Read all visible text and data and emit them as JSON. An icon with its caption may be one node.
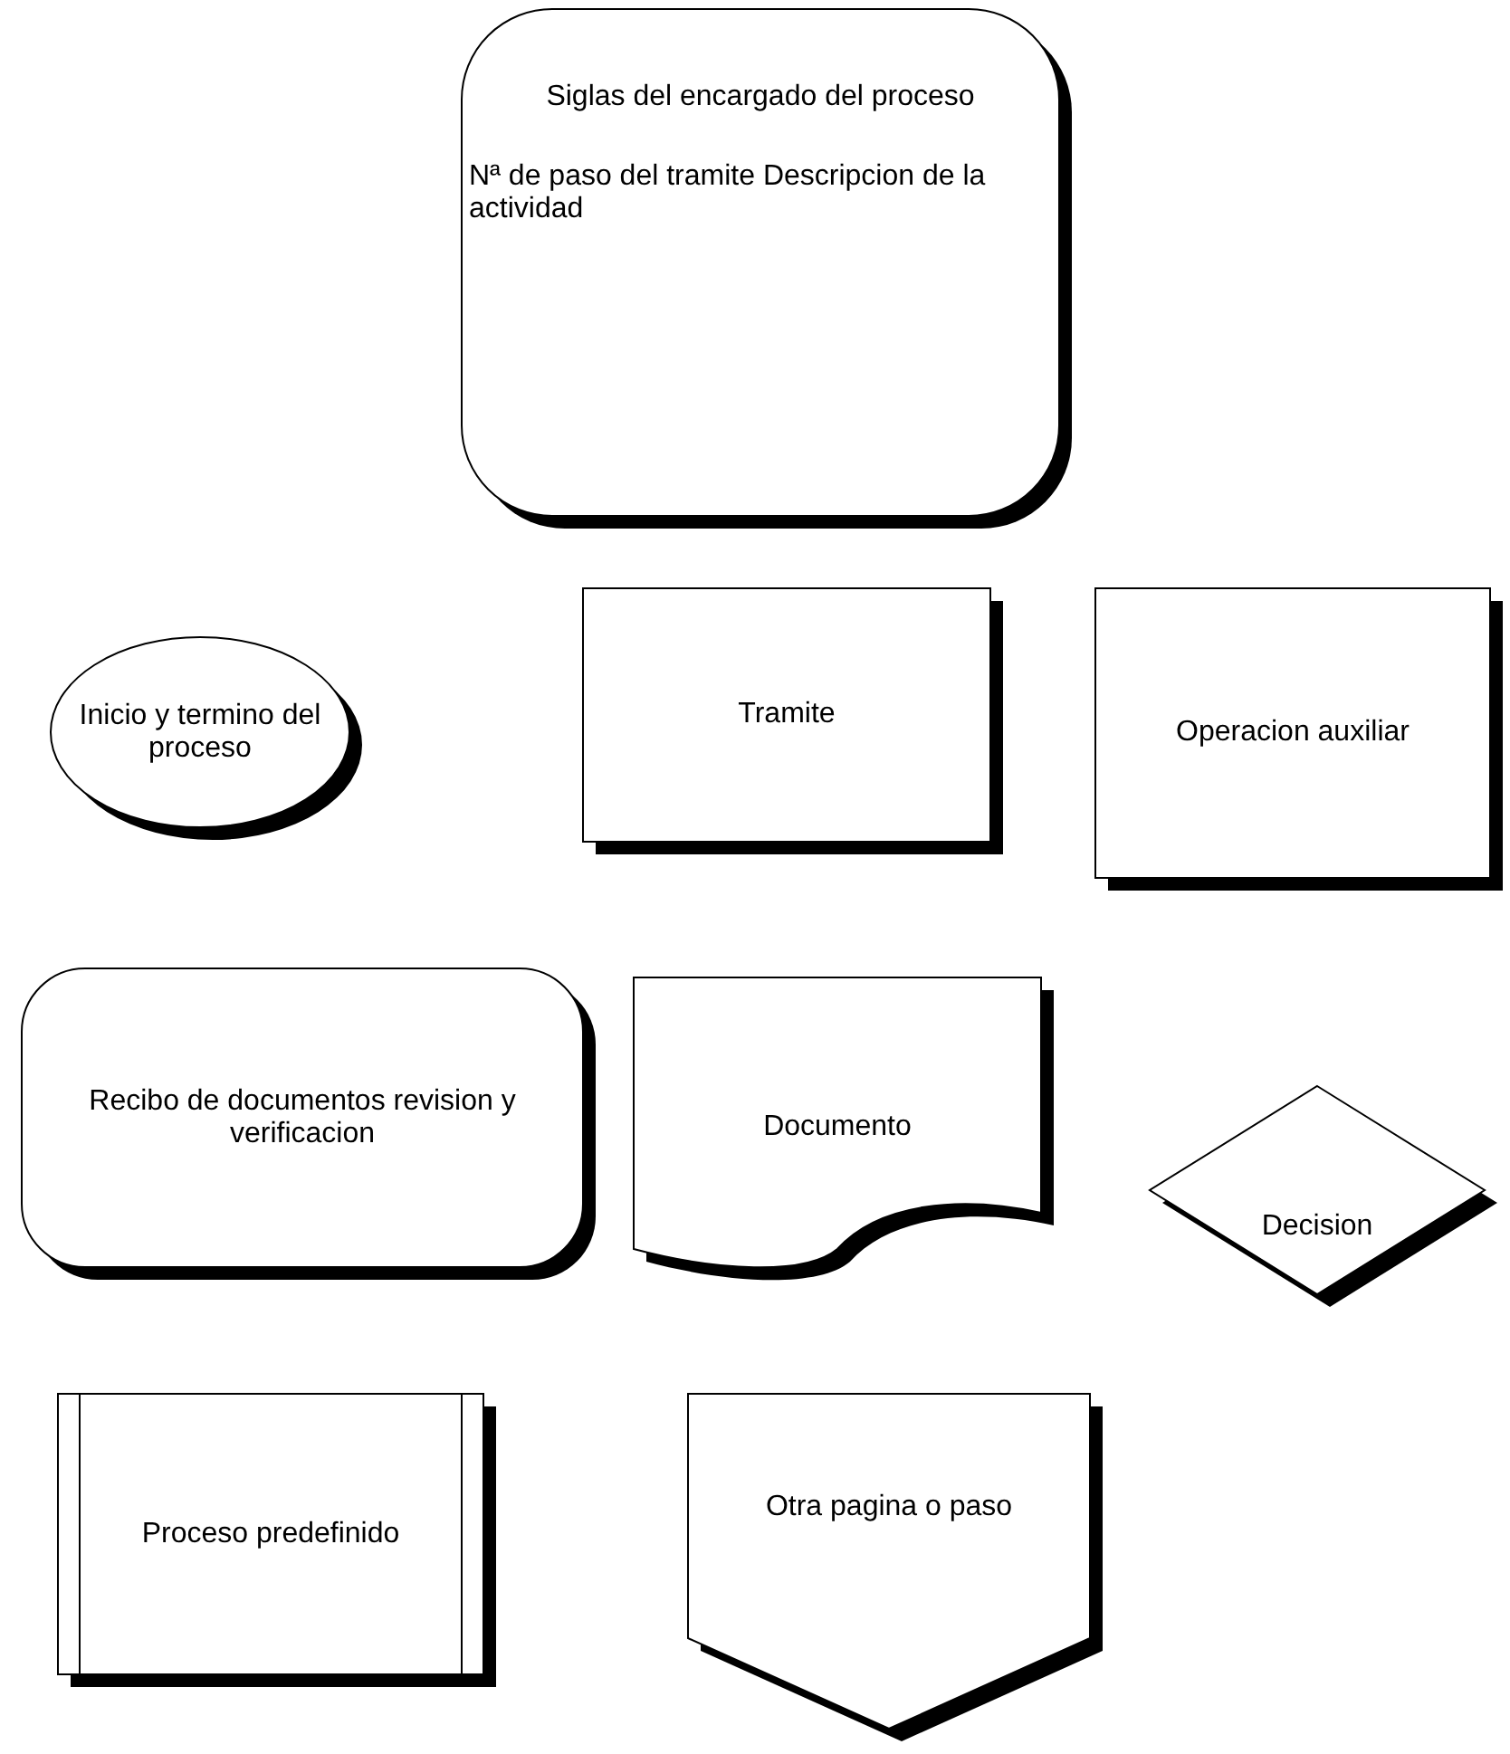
{
  "diagram": {
    "nodes": [
      {
        "text": [
          "Siglas del encargado del proceso",
          "Nª de paso del tramite Descripcion de la actividad"
        ]
      },
      {
        "text": [
          "Inicio y termino del proceso"
        ]
      },
      {
        "text": [
          "Tramite"
        ]
      },
      {
        "text": [
          "Operacion auxiliar"
        ]
      },
      {
        "text": [
          "Recibo de documentos revision y verificacion"
        ]
      },
      {
        "text": [
          "Documento"
        ]
      },
      {
        "text": [
          "Decision"
        ]
      },
      {
        "text": [
          "Proceso predefinido"
        ]
      },
      {
        "text": [
          "Otra pagina o paso"
        ]
      }
    ]
  }
}
